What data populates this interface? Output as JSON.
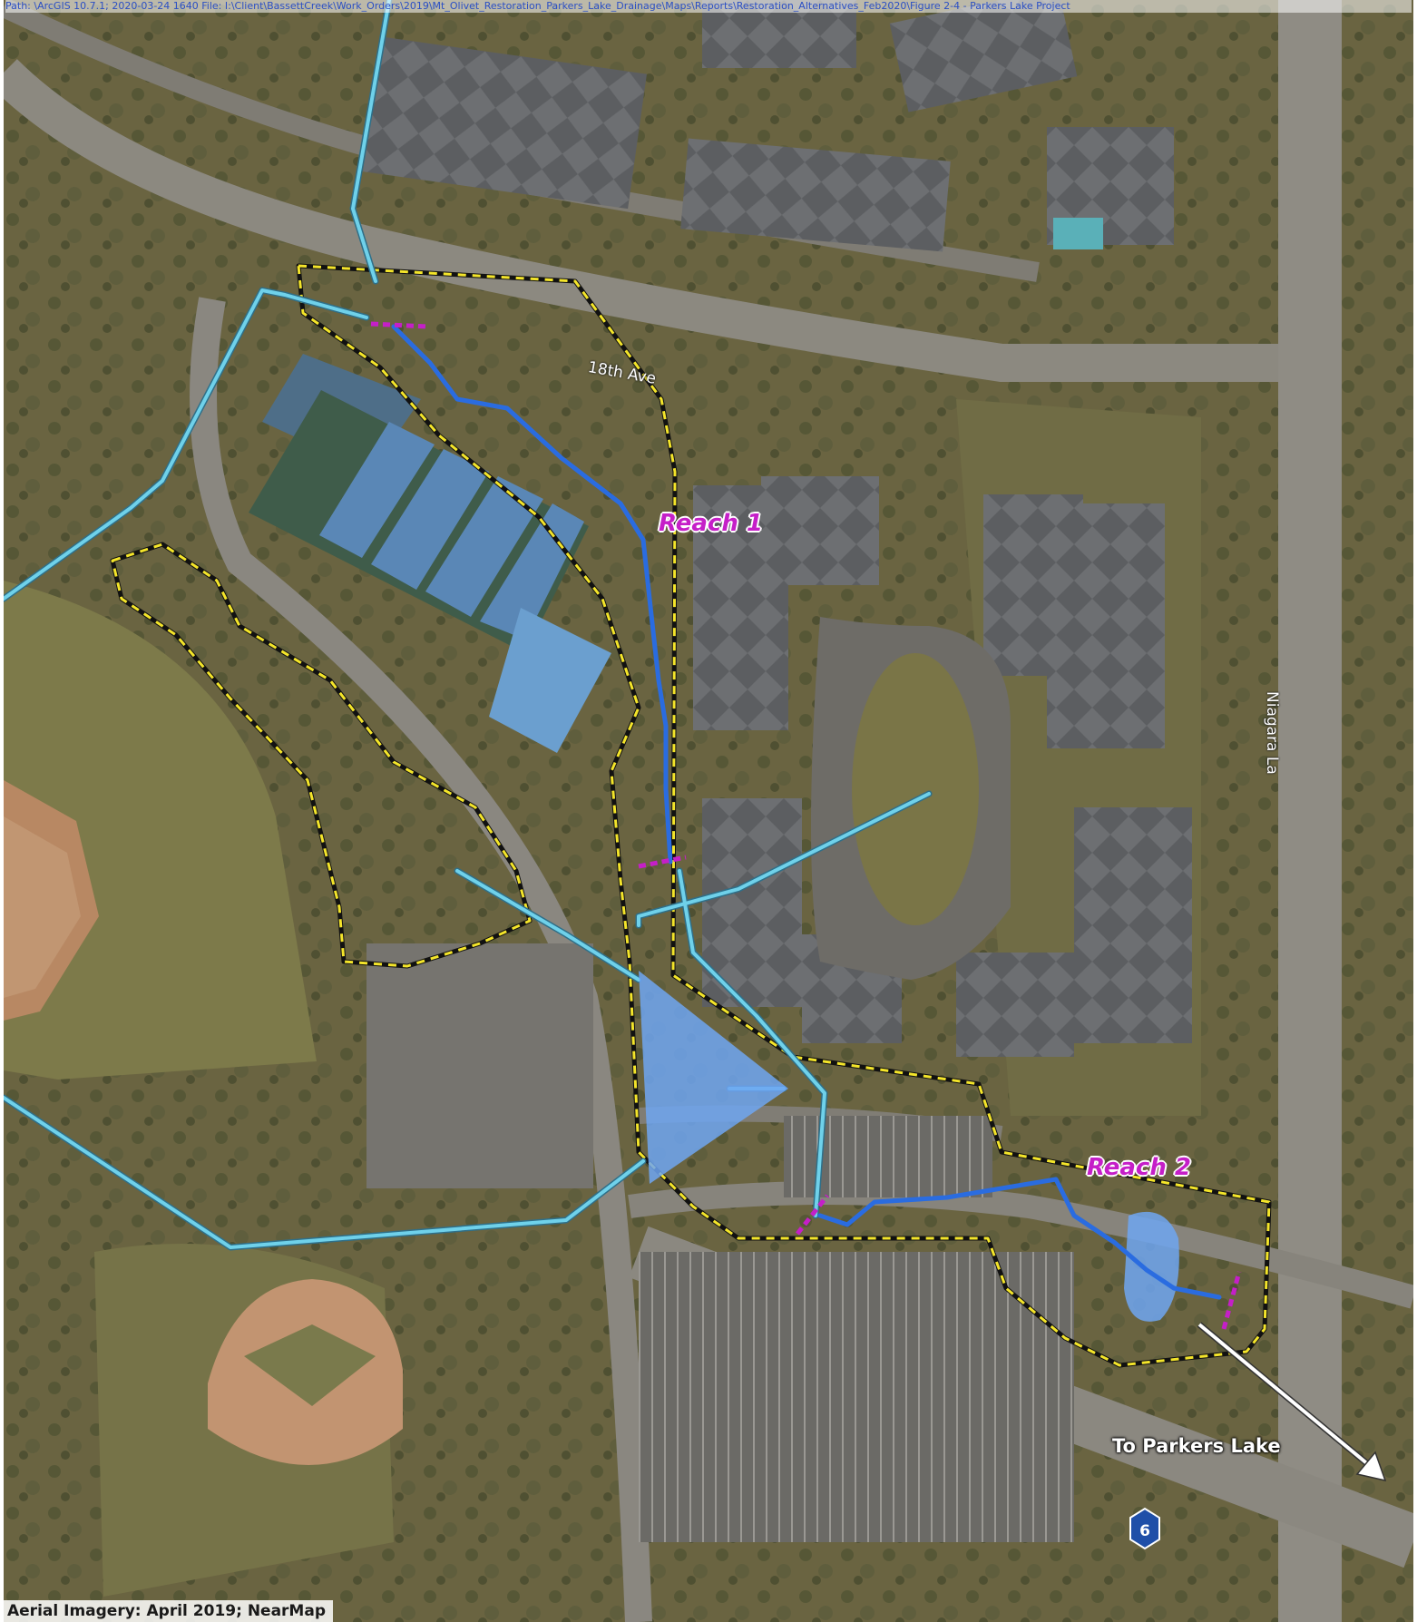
{
  "file_path": "Path: \\ArcGIS 10.7.1; 2020-03-24 1640 File: I:\\Client\\BassettCreek\\Work_Orders\\2019\\Mt_Olivet_Restoration_Parkers_Lake_Drainage\\Maps\\Reports\\Restoration_Alternatives_Feb2020\\Figure 2-4 - Parkers Lake Project",
  "labels": {
    "street_18th": "18th Ave",
    "street_niagara": "Niagara La",
    "reach_1": "Reach 1",
    "reach_2": "Reach 2",
    "to_parkers_lake": "To Parkers Lake",
    "county_road_number": "6"
  },
  "credit": "Aerial Imagery: April 2019; NearMap",
  "colors": {
    "stream_reach": "#2a6ce0",
    "storm_sewer": "#6fd1ea",
    "project_boundary_dash": "#f4e52a",
    "project_boundary_base": "#111111",
    "reach_limit": "#c51fc8",
    "pond": "#6ea6f2",
    "reach_label": "#c51fc8",
    "arrow": "#ffffff",
    "county_shield": "#1f4fa8"
  },
  "icons": {
    "county_shield": "county-road-shield-icon",
    "flow_arrow": "arrow-down-right-icon"
  }
}
